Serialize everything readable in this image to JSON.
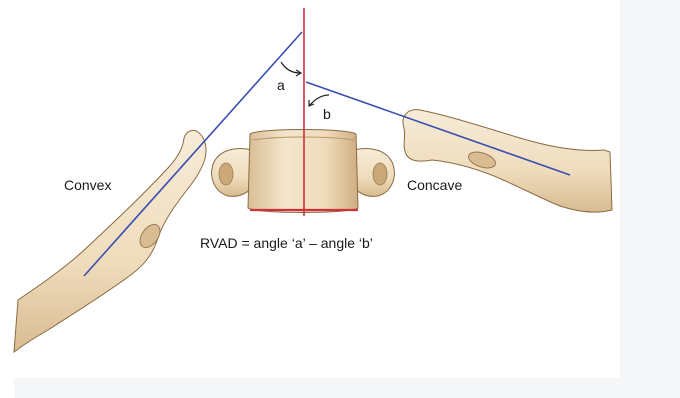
{
  "figure": {
    "label_convex": "Convex",
    "label_concave": "Concave",
    "label_angle_a": "a",
    "label_angle_b": "b",
    "formula": "RVAD = angle ‘a’ – angle ‘b’"
  },
  "colors": {
    "bone_fill": "#f1e2c8",
    "bone_shadow": "#c9a97e",
    "bone_outline": "#8a6a44",
    "rib_axis_line": "#3b4fb0",
    "vertical_axis_line": "#d0303a",
    "background_strip": "#f5f6f7"
  }
}
